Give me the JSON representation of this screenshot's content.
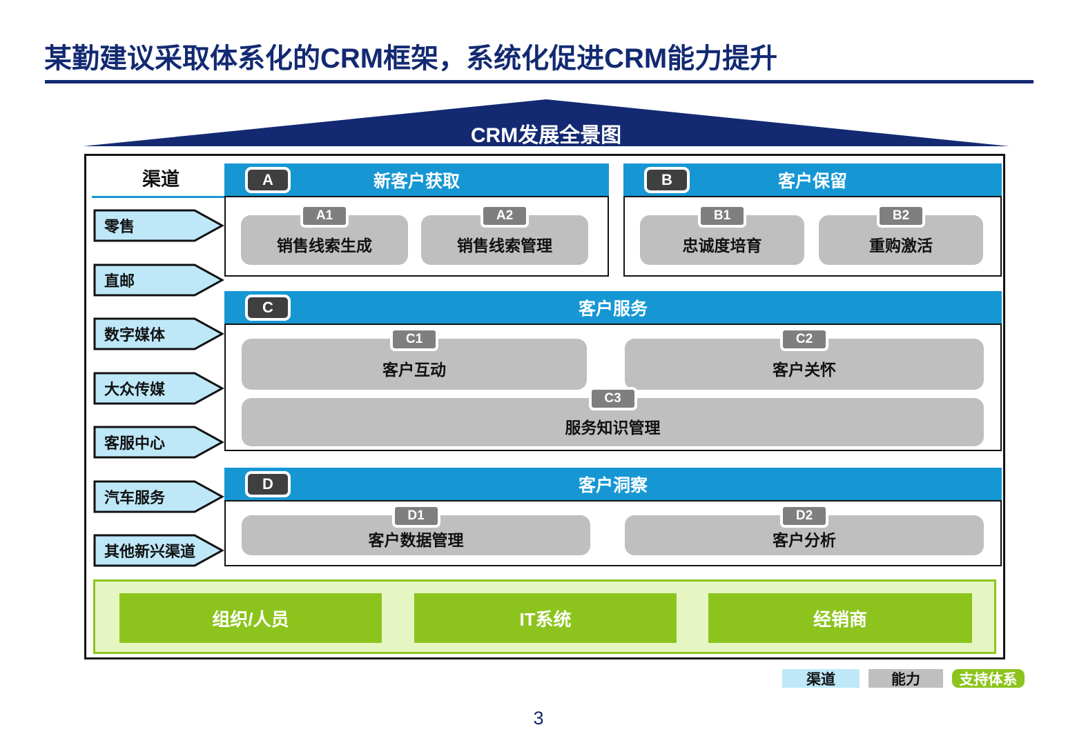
{
  "slide": {
    "title": "某勤建议采取体系化的CRM框架，系统化促进CRM能力提升",
    "banner_title": "CRM发展全景图",
    "page_number": "3"
  },
  "channels": {
    "header": "渠道",
    "items": [
      "零售",
      "直邮",
      "数字媒体",
      "大众传媒",
      "客服中心",
      "汽车服务",
      "其他新兴渠道"
    ]
  },
  "sections": [
    {
      "badge": "A",
      "title": "新客户获取",
      "capabilities": [
        {
          "badge": "A1",
          "label": "销售线索生成"
        },
        {
          "badge": "A2",
          "label": "销售线索管理"
        }
      ]
    },
    {
      "badge": "B",
      "title": "客户保留",
      "capabilities": [
        {
          "badge": "B1",
          "label": "忠诚度培育"
        },
        {
          "badge": "B2",
          "label": "重购激活"
        }
      ]
    },
    {
      "badge": "C",
      "title": "客户服务",
      "capabilities": [
        {
          "badge": "C1",
          "label": "客户互动"
        },
        {
          "badge": "C2",
          "label": "客户关怀"
        },
        {
          "badge": "C3",
          "label": "服务知识管理"
        }
      ]
    },
    {
      "badge": "D",
      "title": "客户洞察",
      "capabilities": [
        {
          "badge": "D1",
          "label": "客户数据管理"
        },
        {
          "badge": "D2",
          "label": "客户分析"
        }
      ]
    }
  ],
  "support_systems": {
    "items": [
      "组织/人员",
      "IT系统",
      "经销商"
    ]
  },
  "legend": {
    "channel": {
      "label": "渠道",
      "color": "#BEE8F8"
    },
    "capability": {
      "label": "能力",
      "color": "#BFBFBF"
    },
    "support": {
      "label": "支持体系",
      "color": "#8CC41D"
    }
  },
  "colors": {
    "navy": "#132A72",
    "section_header_blue": "#1697D4",
    "channel_light_blue": "#BEE8F8",
    "capability_gray": "#BFBFBF",
    "badge_dark": "#3F3F3F",
    "badge_gray": "#7F7F7F",
    "support_green": "#8CC41D",
    "support_band_light_green": "#E5F6C3"
  }
}
